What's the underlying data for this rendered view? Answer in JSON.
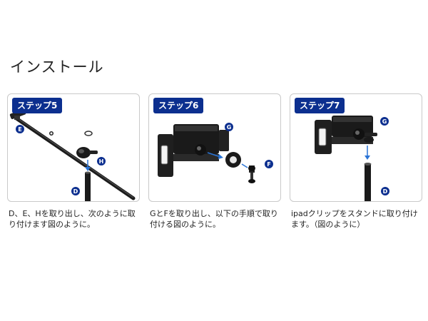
{
  "page": {
    "title": "インストール"
  },
  "steps": [
    {
      "badge": "ステップ5",
      "caption": "D、E、Hを取り出し、次のように取り付けます図のように。",
      "labels": {
        "e": "E",
        "h": "H",
        "d": "D"
      }
    },
    {
      "badge": "ステップ6",
      "caption": "GとFを取り出し、以下の手順で取り付ける図のように。",
      "labels": {
        "g": "G",
        "f": "F"
      }
    },
    {
      "badge": "ステップ7",
      "caption": "ipadクリップをスタンドに取り付けます。（図のように）",
      "labels": {
        "g": "G",
        "d": "D"
      }
    }
  ],
  "colors": {
    "badge": "#0c2f8f",
    "label_circle": "#0c2f8f",
    "arrow": "#2a74d6"
  }
}
